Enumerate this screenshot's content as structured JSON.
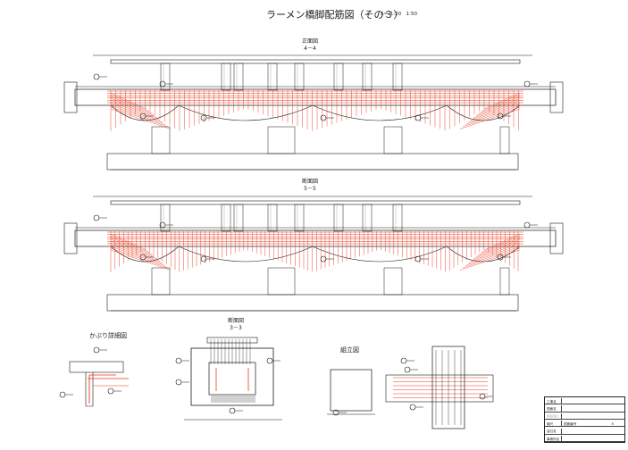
{
  "title": "ラーメン橋脚配筋図（その３）",
  "scale_note": "S＝ 1:20　1:50",
  "sections": {
    "top": {
      "heading": "正面図",
      "label": "4－4"
    },
    "middle": {
      "heading": "断面図",
      "label": "5－5"
    },
    "box": {
      "heading": "断面図",
      "label": "3－3"
    }
  },
  "details": {
    "haunch": "かぶり詳細図",
    "assembly": "組立図"
  },
  "title_block": {
    "rows": [
      {
        "label": "工事名",
        "value": ""
      },
      {
        "label": "図面名",
        "value": ""
      },
      {
        "label": "○○○○",
        "value": ""
      },
      {
        "label": "縮尺",
        "value": "図面番号",
        "mark": "×"
      },
      {
        "label": "会社名",
        "value": ""
      },
      {
        "label": "事務所名",
        "value": ""
      }
    ]
  },
  "colors": {
    "line": "#1a1a1a",
    "rebar": "#e8391d",
    "grey": "#9a9a9a"
  }
}
